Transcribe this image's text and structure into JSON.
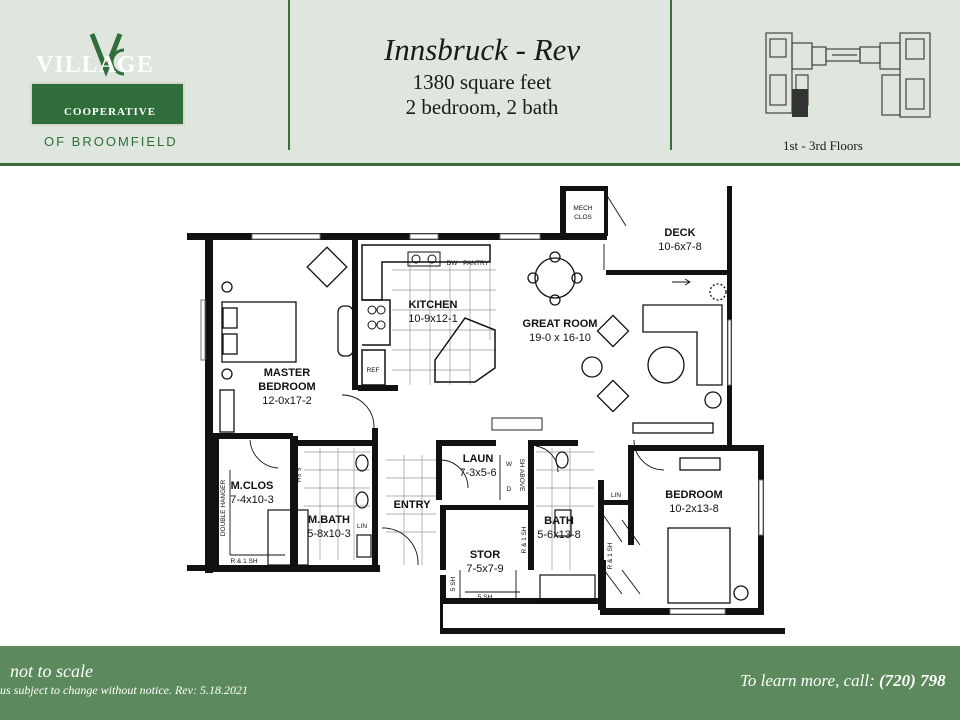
{
  "header": {
    "logo": {
      "monogram": "VC",
      "name": "VILLAGE",
      "subtitle": "COOPERATIVE",
      "location": "OF BROOMFIELD"
    },
    "unit_title": "Innsbruck - Rev",
    "square_feet": "1380 square feet",
    "bed_bath": "2 bedroom, 2 bath",
    "keyplan_caption": "1st - 3rd Floors"
  },
  "rooms": {
    "master_bedroom": {
      "name": "MASTER",
      "name2": "BEDROOM",
      "dims": "12-0x17-2"
    },
    "kitchen": {
      "name": "KITCHEN",
      "dims": "10-9x12-1"
    },
    "great_room": {
      "name": "GREAT ROOM",
      "dims": "19-0 x 16-10"
    },
    "deck": {
      "name": "DECK",
      "dims": "10-6x7-8"
    },
    "mech_clos": {
      "name": "MECH",
      "name2": "CLOS"
    },
    "m_clos": {
      "name": "M.CLOS",
      "dims": "7-4x10-3"
    },
    "m_bath": {
      "name": "M.BATH",
      "dims": "5-8x10-3"
    },
    "entry": {
      "name": "ENTRY"
    },
    "laun": {
      "name": "LAUN",
      "dims": "7-3x5-6"
    },
    "stor": {
      "name": "STOR",
      "dims": "7-5x7-9"
    },
    "bath": {
      "name": "BATH",
      "dims": "5-6x13-8"
    },
    "bedroom": {
      "name": "BEDROOM",
      "dims": "10-2x13-8"
    }
  },
  "labels": {
    "ref": "REF",
    "dw": "DW",
    "pantry": "PANTRY",
    "lin": "LIN",
    "lin2": "LIN",
    "w": "W",
    "d": "D",
    "sh_above": "SH ABOVE",
    "five_sh_a": "5 SH",
    "five_sh_b": "5 SH",
    "five_sh_c": "5 SH",
    "double_hanger": "DOUBLE HANGER",
    "r1sh_a": "R & 1 SH",
    "r1sh_b": "R & 1 SH",
    "r1sh_c": "R & 1 SH"
  },
  "footer": {
    "scale_note": "not to scale",
    "change_note": "us subject to change without notice. Rev: 5.18.2021",
    "cta_text": "To learn more, call:",
    "phone": "(720) 798"
  },
  "colors": {
    "brand_green": "#2f6d3a",
    "header_bg": "#dfe6dd",
    "footer_bg": "#5c8a5c",
    "wall": "#111111"
  }
}
